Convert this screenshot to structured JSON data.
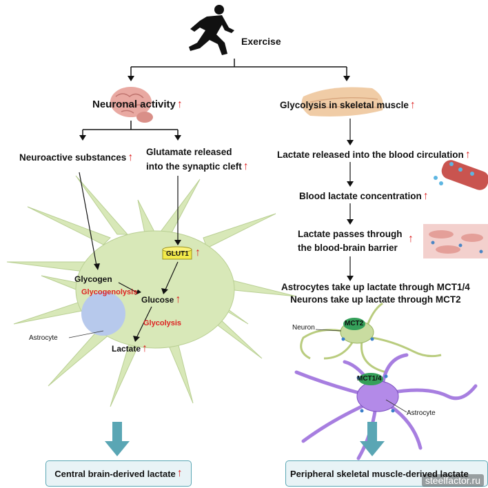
{
  "top": {
    "exercise": "Exercise"
  },
  "left": {
    "neuronal_activity": "Neuronal activity",
    "neuroactive": "Neuroactive substances",
    "glutamate_line1": "Glutamate released",
    "glutamate_line2": "into the synaptic cleft",
    "glut1": "GLUT1",
    "glycogen": "Glycogen",
    "glycogenolysis": "Glycogenolysis",
    "glucose": "Glucose",
    "glycolysis": "Glycolysis",
    "astrocyte": "Astrocyte",
    "lactate": "Lactate",
    "result": "Central brain-derived lactate"
  },
  "right": {
    "glycolysis_muscle": "Glycolysis in skeletal muscle",
    "lactate_released": "Lactate released into the blood circulation",
    "blood_lactate": "Blood lactate concentration",
    "bbb_line1": "Lactate passes through",
    "bbb_line2": "the blood-brain barrier",
    "uptake_line1": "Astrocytes take up lactate through MCT1/4",
    "uptake_line2": "Neurons take up lactate through MCT2",
    "neuron_label": "Neuron",
    "mct2": "MCT2",
    "mct14": "MCT1/4",
    "astrocyte_label": "Astrocyte",
    "result": "Peripheral skeletal muscle-derived lactate"
  },
  "arrow_up_glyph": "↑",
  "watermark": "steelfactor.ru",
  "colors": {
    "astrocyte_fill": "#d8e8b8",
    "neuron_fill": "#c9dca0",
    "astro2_fill": "#a77ee0",
    "arrow_blue": "#5aa6b4",
    "up_arrow": "#dd2222"
  }
}
